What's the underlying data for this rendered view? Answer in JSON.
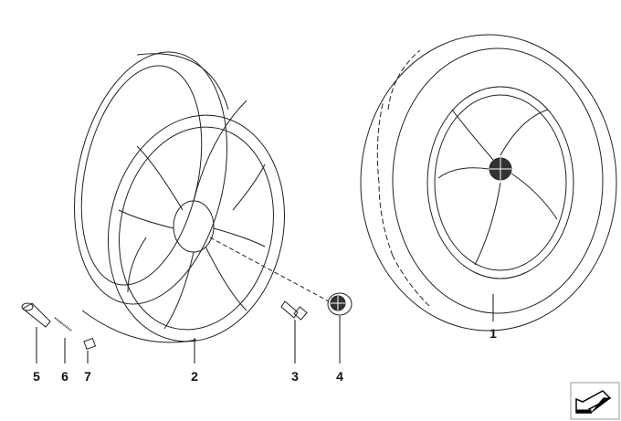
{
  "diagram": {
    "callouts": [
      {
        "id": "1",
        "part": "complete-wheel"
      },
      {
        "id": "2",
        "part": "light-alloy-rim"
      },
      {
        "id": "3",
        "part": "wheel-bolt"
      },
      {
        "id": "4",
        "part": "hub-cap"
      },
      {
        "id": "5",
        "part": "valve"
      },
      {
        "id": "6",
        "part": "valve-insert"
      },
      {
        "id": "7",
        "part": "valve-cap"
      }
    ],
    "nav_icon": "arrow-back-icon"
  }
}
